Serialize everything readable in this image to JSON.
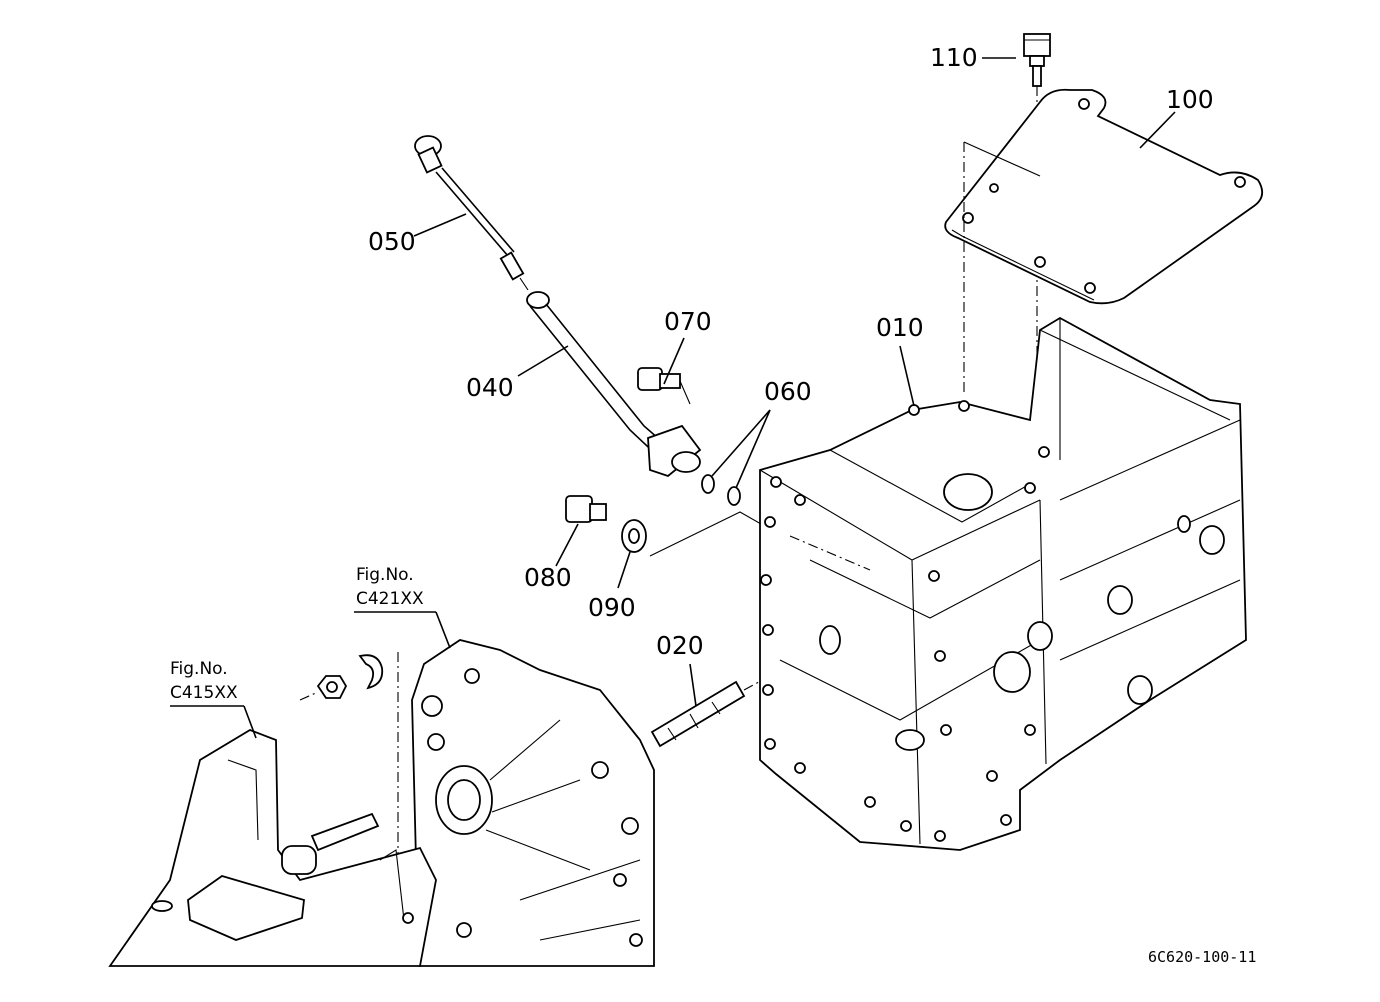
{
  "callouts": {
    "c010": "010",
    "c020": "020",
    "c040": "040",
    "c050": "050",
    "c060": "060",
    "c070": "070",
    "c080": "080",
    "c090": "090",
    "c100": "100",
    "c110": "110"
  },
  "figure_refs": {
    "ref1_line1": "Fig.No.",
    "ref1_line2": "C421XX",
    "ref2_line1": "Fig.No.",
    "ref2_line2": "C415XX"
  },
  "drawing_code": "6C620-100-11"
}
